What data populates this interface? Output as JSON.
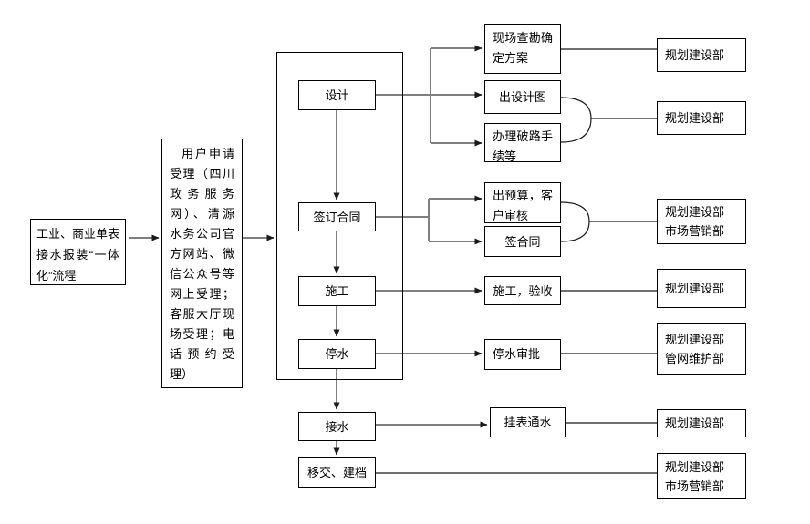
{
  "colors": {
    "box_border": "#000000",
    "flow_arrow": "#7f7f7f",
    "arrow_head": "#1a1a1a",
    "plain_line": "#1a1a1a",
    "background": "#ffffff"
  },
  "flowchart": {
    "start": {
      "label": "工业、商业单表接水报装“一体化”流程"
    },
    "intake": {
      "label": "用户申请受理（四川政务服务网）、清源水务公司官方网站、微信公众号等网上受理；客服大厅现场受理；电话预约受理）"
    },
    "stages": [
      {
        "label": "设计"
      },
      {
        "label": "签订合同"
      },
      {
        "label": "施工"
      },
      {
        "label": "停水"
      },
      {
        "label": "接水"
      },
      {
        "label": "移交、建档"
      }
    ],
    "substeps": [
      {
        "label": "现场查勘确定方案"
      },
      {
        "label": "出设计图"
      },
      {
        "label": "办理破路手续等"
      },
      {
        "label": "出预算，客户审核"
      },
      {
        "label": "签合同"
      },
      {
        "label": "施工，验收"
      },
      {
        "label": "停水审批"
      },
      {
        "label": "挂表通水"
      }
    ],
    "departments": [
      {
        "label": "规划建设部"
      },
      {
        "label": "规划建设部"
      },
      {
        "label": "规划建设部\n市场营销部"
      },
      {
        "label": "规划建设部"
      },
      {
        "label": "规划建设部\n管网维护部"
      },
      {
        "label": "规划建设部"
      },
      {
        "label": "规划建设部\n市场营销部"
      }
    ]
  }
}
